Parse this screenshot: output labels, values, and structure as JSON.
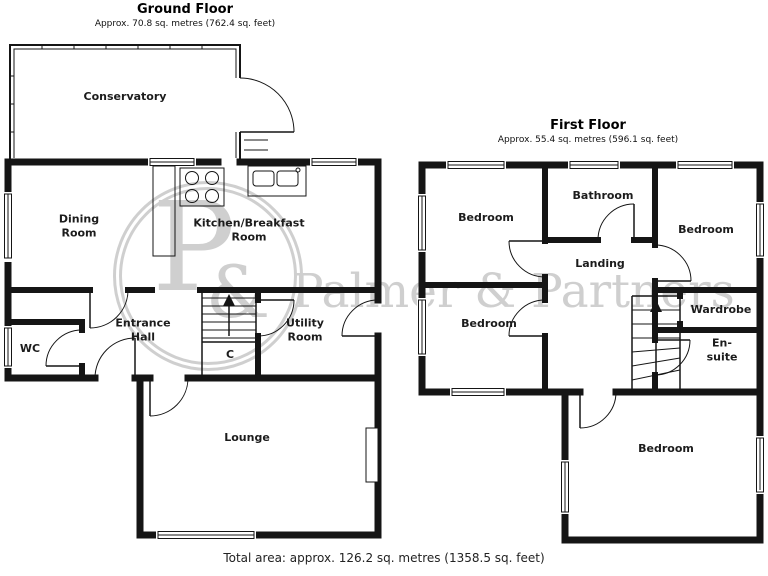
{
  "ground_floor": {
    "title": "Ground Floor",
    "subtitle": "Approx. 70.8 sq. metres (762.4 sq. feet)",
    "rooms": {
      "conservatory": "Conservatory",
      "dining_room": "Dining Room",
      "kitchen": "Kitchen/Breakfast Room",
      "entrance_hall": "Entrance Hall",
      "wc": "WC",
      "cupboard": "C",
      "utility_room": "Utility Room",
      "lounge": "Lounge"
    }
  },
  "first_floor": {
    "title": "First Floor",
    "subtitle": "Approx. 55.4 sq. metres (596.1 sq. feet)",
    "rooms": {
      "bedroom_top_left": "Bedroom",
      "bathroom": "Bathroom",
      "bedroom_top_right": "Bedroom",
      "landing": "Landing",
      "bedroom_mid_left": "Bedroom",
      "wardrobe": "Wardrobe",
      "ensuite": "En-suite",
      "bedroom_bottom": "Bedroom"
    }
  },
  "watermark": {
    "logo_p": "P",
    "logo_amp": "&",
    "name": "Palmer & Partners"
  },
  "footer": {
    "total_area": "Total area: approx. 126.2 sq. metres (1358.5 sq. feet)"
  },
  "colors": {
    "wall": "#151515",
    "watermark": "#8f8f8f"
  }
}
